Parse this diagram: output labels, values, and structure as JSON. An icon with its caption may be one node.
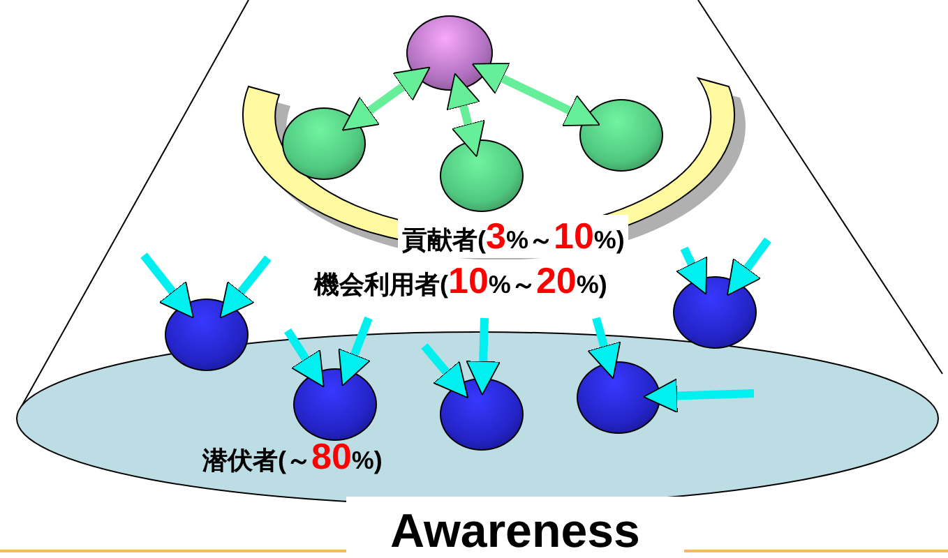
{
  "diagram": {
    "nodes": [
      {
        "text": [],
        "shape": "circle"
      },
      {
        "text": [],
        "shape": "circle"
      },
      {
        "text": [],
        "shape": "circle"
      },
      {
        "text": [],
        "shape": "circle"
      },
      {
        "text": [],
        "shape": "circle"
      },
      {
        "text": [],
        "shape": "circle"
      },
      {
        "text": [],
        "shape": "circle"
      },
      {
        "text": [],
        "shape": "circle"
      },
      {
        "text": [],
        "shape": "circle"
      }
    ],
    "edges": [
      {
        "from": 0,
        "to": 1,
        "arrow": "both",
        "color": "#66ee99"
      },
      {
        "from": 0,
        "to": 2,
        "arrow": "both",
        "color": "#66ee99"
      },
      {
        "from": 0,
        "to": 3,
        "arrow": "both",
        "color": "#66ee99"
      },
      {
        "from": null,
        "to": 4,
        "arrow": "to"
      },
      {
        "from": null,
        "to": 4,
        "arrow": "to"
      },
      {
        "from": null,
        "to": 5,
        "arrow": "to"
      },
      {
        "from": null,
        "to": 5,
        "arrow": "to"
      },
      {
        "from": null,
        "to": 6,
        "arrow": "to"
      },
      {
        "from": null,
        "to": 6,
        "arrow": "to"
      },
      {
        "from": null,
        "to": 7,
        "arrow": "to"
      },
      {
        "from": null,
        "to": 7,
        "arrow": "to"
      },
      {
        "from": null,
        "to": 8,
        "arrow": "to"
      },
      {
        "from": null,
        "to": 8,
        "arrow": "to"
      }
    ],
    "labels": [
      "貢献者(3%～10%)",
      "機会利用者(10%～20%)",
      "潜伏者(～80%)",
      "Awareness"
    ]
  }
}
